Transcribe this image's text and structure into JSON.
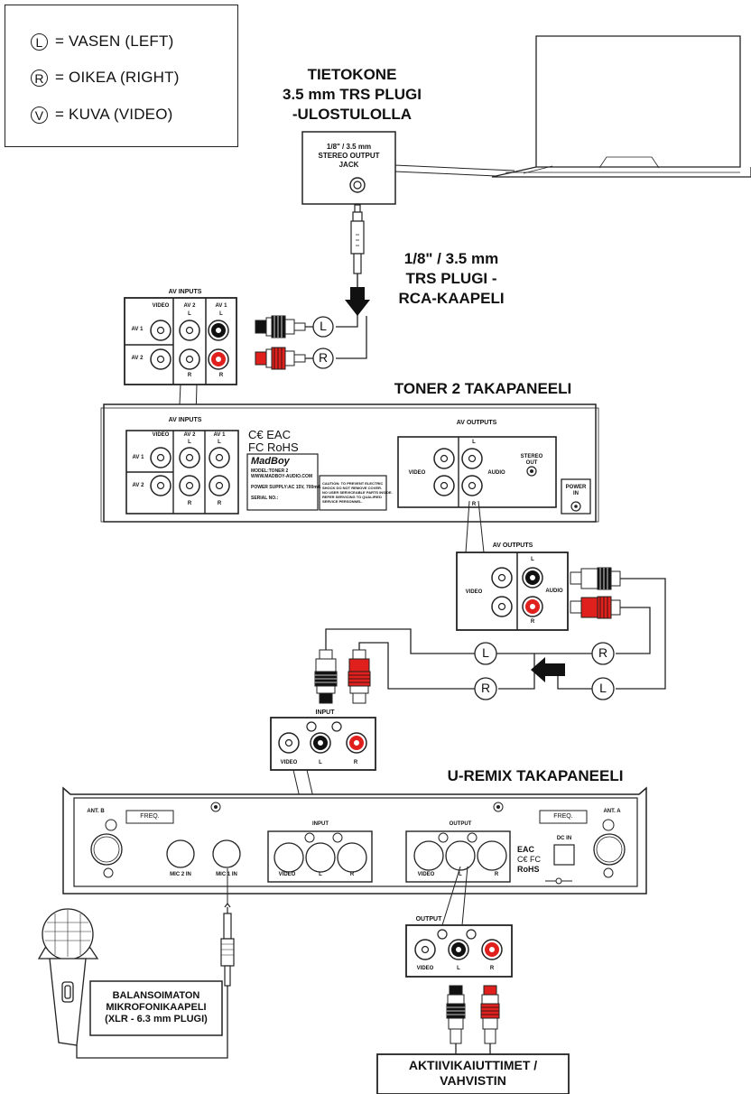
{
  "legend": {
    "left": {
      "symbol": "L",
      "text": "= VASEN (LEFT)"
    },
    "right": {
      "symbol": "R",
      "text": "= OIKEA (RIGHT)"
    },
    "video": {
      "symbol": "V",
      "text": "= KUVA (VIDEO)"
    }
  },
  "computer": {
    "title_line1": "TIETOKONE",
    "title_line2": "3.5 mm TRS PLUGI",
    "title_line3": "-ULOSTULOLLA",
    "jack_line1": "1/8\" / 3.5 mm",
    "jack_line2": "STEREO OUTPUT",
    "jack_line3": "JACK"
  },
  "cable1": {
    "line1": "1/8\" / 3.5 mm",
    "line2": "TRS PLUGI -",
    "line3": "RCA-KAAPELI"
  },
  "markers": {
    "L": "L",
    "R": "R"
  },
  "toner": {
    "heading": "TONER 2 TAKAPANEELI",
    "av_inputs": "AV INPUTS",
    "av_outputs": "AV OUTPUTS",
    "video": "VIDEO",
    "av1": "AV 1",
    "av2": "AV 2",
    "l": "L",
    "r": "R",
    "audio": "AUDIO",
    "stereo_out_1": "STEREO",
    "stereo_out_2": "OUT",
    "power_1": "POWER",
    "power_2": "IN",
    "cert_line1": "C€ EAC",
    "cert_line2": "FC RoHS",
    "brand": "MadBoy",
    "model": "MODEL:TONER 2",
    "web": "WWW.MADBOY-AUDIO.COM",
    "supply": "POWER SUPPLY:AC 15V, 700mA",
    "serial": "SERIAL NO.:",
    "caution1": "CAUTION: TO PREVENT ELECTRIC",
    "caution2": "SHOCK DO NOT REMOVE COVER.",
    "caution3": "NO USER SERVICEABLE PARTS INSIDE.",
    "caution4": "REFER SERVICING TO QUALIFIED",
    "caution5": "SERVICE PERSONNEL."
  },
  "remix": {
    "heading": "U-REMIX TAKAPANEELI",
    "input": "INPUT",
    "output": "OUTPUT",
    "video": "VIDEO",
    "l": "L",
    "r": "R",
    "ant_a": "ANT. A",
    "ant_b": "ANT. B",
    "freq": "FREQ.",
    "mic1": "MIC 1 IN",
    "mic2": "MIC 2 IN",
    "dc_in": "DC IN",
    "cert1": "EAC",
    "cert2": "C€ FC",
    "cert3": "RoHS"
  },
  "mic_cable": {
    "line1": "BALANSOIMATON",
    "line2": "MIKROFONIKAAPELI",
    "line3": "(XLR - 6.3 mm PLUGI)"
  },
  "speakers": {
    "line1": "AKTIIVIKAIUTTIMET /",
    "line2": "VAHVISTIN"
  }
}
